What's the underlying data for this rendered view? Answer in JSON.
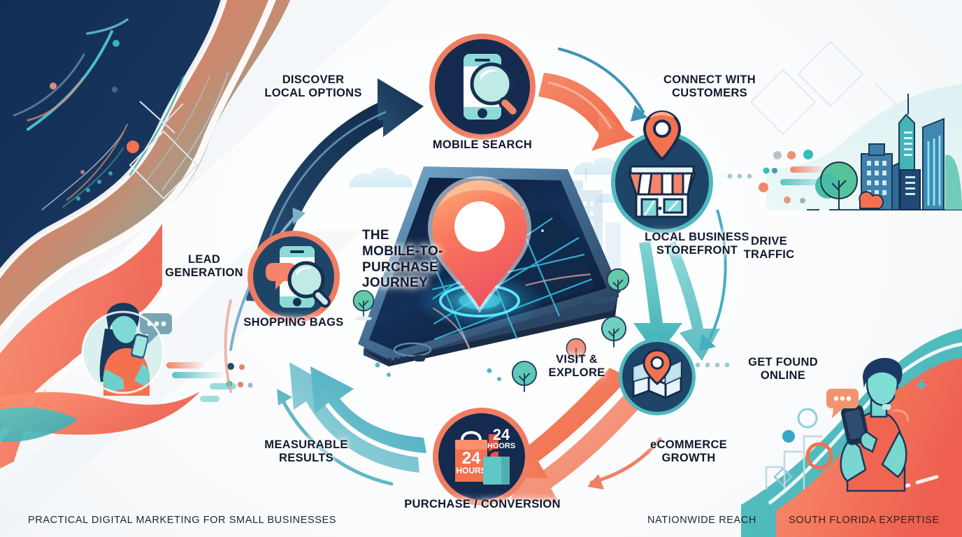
{
  "poster": {
    "center_title": "THE\nMOBILE-TO-\nPURCHASE\nJOURNEY"
  },
  "nodes": [
    {
      "id": "mobile-search",
      "label": "MOBILE SEARCH",
      "icon": "phone-magnifier-icon",
      "ring": "#ef7d62"
    },
    {
      "id": "local-storefront",
      "label": "LOCAL BUSINESS\nSTOREFRONT",
      "icon": "storefront-pin-icon",
      "ring": "#4fb8bf"
    },
    {
      "id": "map-listing",
      "label": "",
      "icon": "folded-map-pin-icon",
      "ring": "#4fb8bf"
    },
    {
      "id": "purchase",
      "label": "PURCHASE / CONVERSION",
      "icon": "shopping-bags-icon",
      "ring": "#ef7d62"
    },
    {
      "id": "lead-gen",
      "label": "SHOPPING BAGS",
      "icon": "phone-chat-search-icon",
      "ring": "#ef7d62"
    }
  ],
  "flow_labels": [
    {
      "id": "discover-local-options",
      "text": "DISCOVER\nLOCAL OPTIONS"
    },
    {
      "id": "connect-with-customers",
      "text": "CONNECT WITH\nCUSTOMERS"
    },
    {
      "id": "drive-traffic",
      "text": "DRIVE\nTRAFFIC"
    },
    {
      "id": "get-found-online",
      "text": "GET FOUND\nONLINE"
    },
    {
      "id": "ecommerce-growth",
      "text": "eCOMMERCE\nGROWTH"
    },
    {
      "id": "visit-explore",
      "text": "VISIT &\nEXPLORE"
    },
    {
      "id": "measurable-results",
      "text": "MEASURABLE\nRESULTS"
    },
    {
      "id": "lead-generation",
      "text": "LEAD\nGENERATION"
    }
  ],
  "bags_icon": {
    "badge_big": "24",
    "badge_small": "HOORS",
    "bag_big": "24",
    "bag_small": "HOURS"
  },
  "footer": {
    "left": "PRACTICAL DIGITAL MARKETING FOR SMALL BUSINESSES",
    "middle": "NATIONWIDE REACH",
    "right": "SOUTH FLORIDA EXPERTISE"
  },
  "colors": {
    "navy": "#132c52",
    "navy_deep": "#152f4f",
    "coral": "#f4714f",
    "coral_light": "#fa8b6b",
    "teal": "#4fb8bf",
    "teal_deep": "#3d9aa6",
    "blue_steel": "#4f90b5",
    "ink": "#11182f",
    "page_bg": "#f4f7fa"
  }
}
